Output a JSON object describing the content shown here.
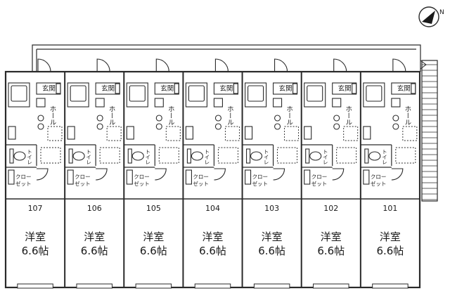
{
  "compass": {
    "label": "N",
    "icon": "north-arrow-icon"
  },
  "labels": {
    "entrance": "玄関",
    "hall": "ホール",
    "toilet": "トイレ",
    "closet_line1": "クロー",
    "closet_line2": "ゼット",
    "room_type": "洋室",
    "room_size": "6.6帖"
  },
  "units": [
    {
      "number": "107"
    },
    {
      "number": "106"
    },
    {
      "number": "105"
    },
    {
      "number": "104"
    },
    {
      "number": "103"
    },
    {
      "number": "102"
    },
    {
      "number": "101"
    }
  ],
  "colors": {
    "line": "#2a2a2a",
    "background": "#ffffff",
    "closet_fill": "#e6e6e6"
  }
}
